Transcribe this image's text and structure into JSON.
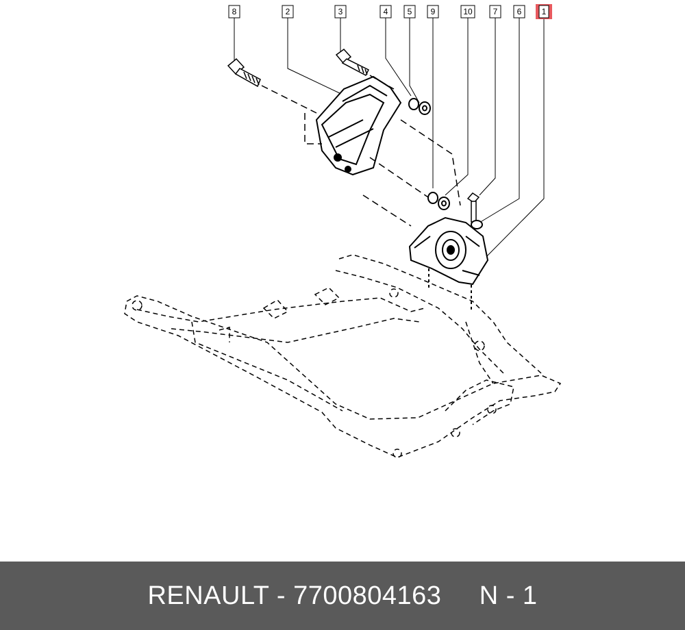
{
  "callouts": [
    {
      "label": "8",
      "highlighted": false
    },
    {
      "label": "2",
      "highlighted": false
    },
    {
      "label": "3",
      "highlighted": false
    },
    {
      "label": "4",
      "highlighted": false
    },
    {
      "label": "5",
      "highlighted": false
    },
    {
      "label": "9",
      "highlighted": false
    },
    {
      "label": "10",
      "highlighted": false
    },
    {
      "label": "7",
      "highlighted": false
    },
    {
      "label": "6",
      "highlighted": false
    },
    {
      "label": "1",
      "highlighted": true
    }
  ],
  "footer": {
    "brand": "RENAULT",
    "part_number": "7700804163",
    "position": "N - 1",
    "text": "RENAULT - 7700804163     N - 1"
  },
  "colors": {
    "footer_bg": "#5a5a5a",
    "footer_text": "#ffffff",
    "highlight_box": "#e8595e",
    "line": "#000000"
  }
}
